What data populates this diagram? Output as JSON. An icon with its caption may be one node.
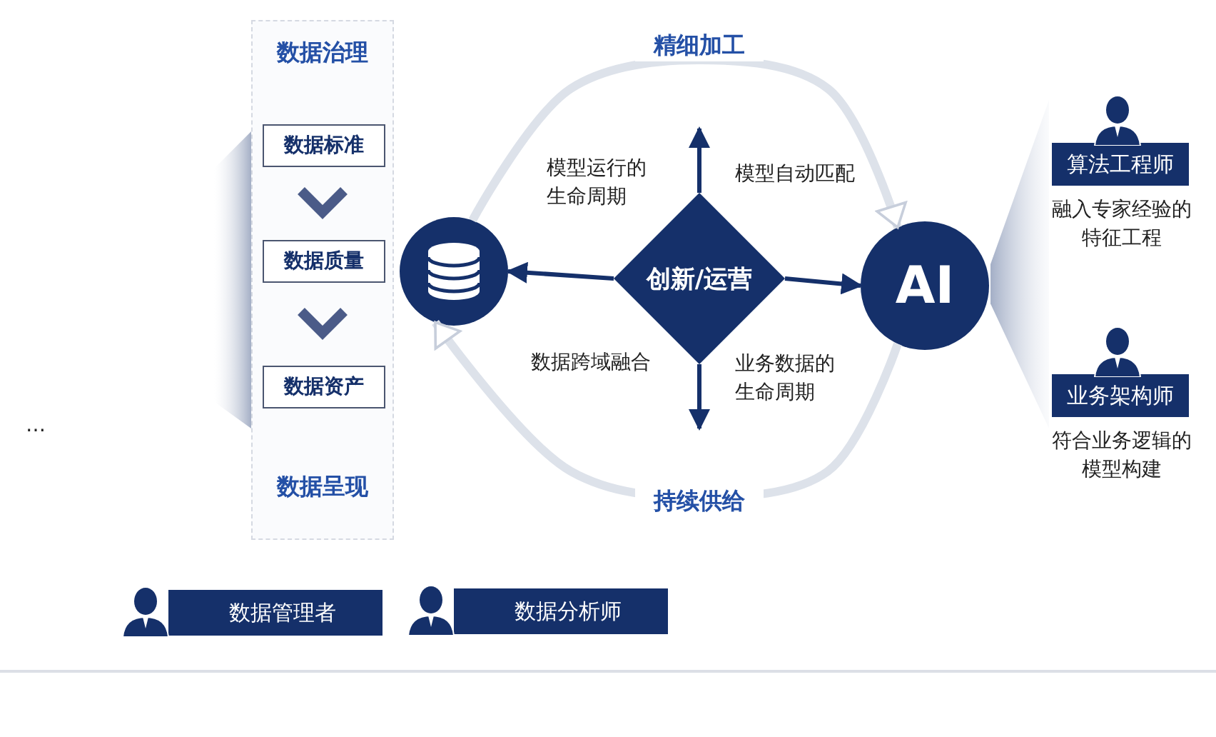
{
  "diagram": {
    "nodes": [
      {
        "text": [
          "数据治理",
          "数据呈现"
        ]
      },
      {
        "text": [
          "数据标准"
        ],
        "in": 0
      },
      {
        "text": [
          "数据质量"
        ],
        "in": 0
      },
      {
        "text": [
          "数据资产"
        ],
        "in": 0
      },
      {
        "text": [],
        "shape": "circle"
      },
      {
        "text": [
          "创新/运营"
        ]
      },
      {
        "text": [
          "AI"
        ]
      },
      {
        "text": [
          "算法工程师"
        ],
        "beside": [
          "融入专家经验的特征工程"
        ]
      },
      {
        "text": [
          "业务架构师"
        ],
        "beside": [
          "符合业务逻辑的模型构建"
        ]
      },
      {
        "text": [
          "数据管理者"
        ]
      },
      {
        "text": [
          "数据分析师"
        ]
      },
      {
        "text": [],
        "shape": "bar"
      },
      {
        "text": [],
        "shape": "triangle"
      }
    ],
    "edges": [
      {
        "from": 1,
        "to": 2,
        "arrow": "to",
        "style": "thick"
      },
      {
        "from": 2,
        "to": 3,
        "arrow": "to",
        "style": "thick"
      },
      {
        "from": 5,
        "to": 4,
        "arrow": "to"
      },
      {
        "from": 5,
        "to": 6,
        "arrow": "to"
      },
      {
        "from": 5,
        "to": null,
        "arrow": "to"
      },
      {
        "from": 5,
        "to": null,
        "arrow": "to"
      },
      {
        "from": 4,
        "to": 6,
        "arrow": "to",
        "label": "精细加工",
        "style": "thick",
        "color": "#dde2ea"
      },
      {
        "from": 6,
        "to": 4,
        "arrow": "to",
        "label": "持续供给",
        "style": "thick",
        "color": "#dde2ea"
      }
    ],
    "labels": [
      "…",
      "模型运行的生命周期",
      "模型自动匹配",
      "数据跨域融合",
      "业务数据的生命周期"
    ]
  }
}
